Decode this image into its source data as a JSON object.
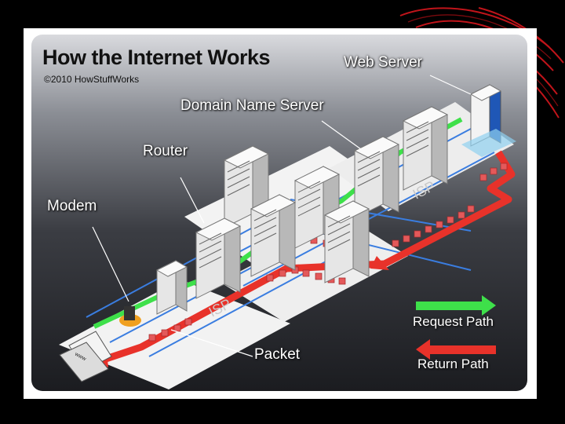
{
  "title": "How the Internet Works",
  "copyright": "©2010 HowStuffWorks",
  "labels": {
    "web_server": "Web Server",
    "dns": "Domain Name Server",
    "router": "Router",
    "modem": "Modem",
    "packet": "Packet",
    "isp_upper": "ISP",
    "isp_lower": "ISP",
    "computer": "www"
  },
  "legend": {
    "request": "Request Path",
    "return": "Return Path"
  },
  "colors": {
    "request_path": "#3ee04a",
    "return_path": "#e8322a",
    "network_line": "#3a7de0",
    "packet": "#e4595a",
    "platform": "#f1f1f1"
  }
}
